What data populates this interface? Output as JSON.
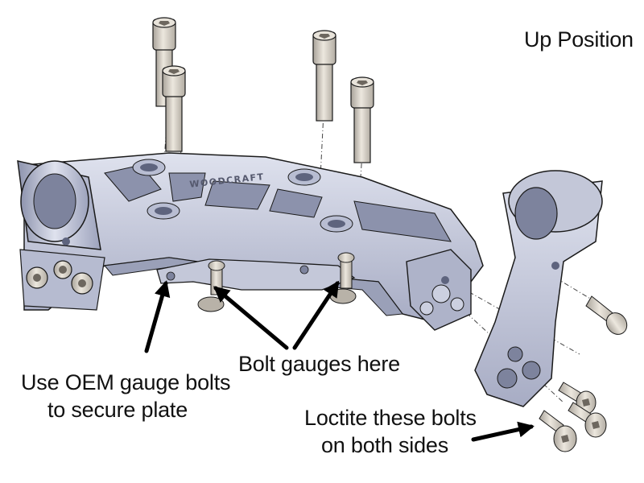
{
  "title": "Up Position",
  "labels": {
    "oem_line1": "Use OEM gauge bolts",
    "oem_line2": "to secure plate",
    "gauges": "Bolt gauges here",
    "loctite_line1": "Loctite these bolts",
    "loctite_line2": "on both sides"
  },
  "engraving": "WOODCRAFT",
  "colors": {
    "part_fill": "#c9cddd",
    "part_shade": "#9aa0b8",
    "part_dark": "#6e7490",
    "bolt_fill": "#d6d0c6",
    "outline": "#1a1a1a",
    "background": "#ffffff"
  }
}
